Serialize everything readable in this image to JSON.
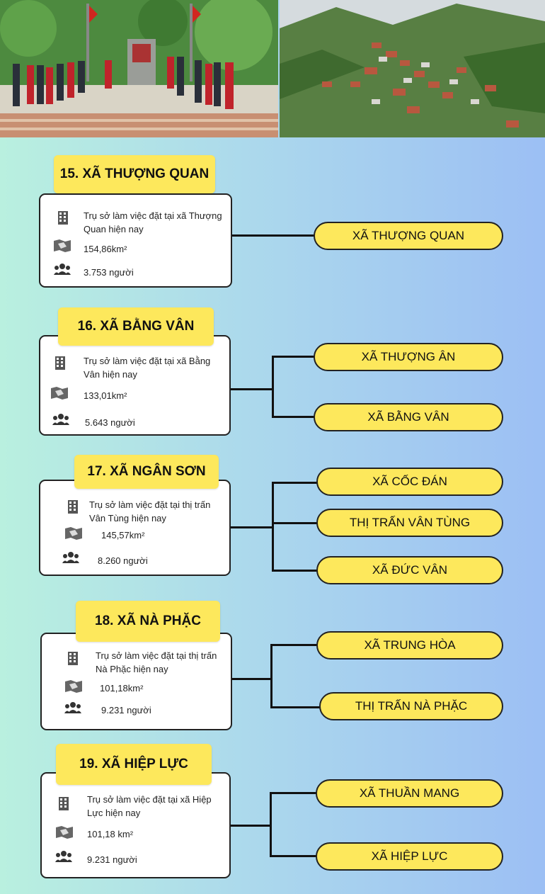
{
  "sections": [
    {
      "title": "15. XÃ THƯỢNG QUAN",
      "office": "Trụ sở làm việc đặt tại xã Thượng Quan hiện nay",
      "area": "154,86km²",
      "population": "3.753 người",
      "communes": [
        "XÃ THƯỢNG QUAN"
      ]
    },
    {
      "title": "16. XÃ BẰNG VÂN",
      "office": "Trụ sở làm việc đặt tại xã Bằng Vân hiện nay",
      "area": "133,01km²",
      "population": "5.643 người",
      "communes": [
        "XÃ THƯỢNG ÂN",
        "XÃ BẰNG VÂN"
      ]
    },
    {
      "title": "17. XÃ NGÂN SƠN",
      "office": "Trụ sở làm việc đặt tại thị trấn Vân Tùng hiện nay",
      "area": "145,57km²",
      "population": "8.260 người",
      "communes": [
        "XÃ CỐC ĐÁN",
        "THỊ TRẤN VÂN TÙNG",
        "XÃ ĐỨC VÂN"
      ]
    },
    {
      "title": "18. XÃ NÀ PHẶC",
      "office": "Trụ sở làm việc đặt tại thị trấn Nà Phặc hiện nay",
      "area": "101,18km²",
      "population": "9.231 người",
      "communes": [
        "XÃ TRUNG HÒA",
        "THỊ TRẤN NÀ PHẶC"
      ]
    },
    {
      "title": "19. XÃ HIỆP LỰC",
      "office": "Trụ sở làm việc đặt tại xã Hiệp Lực hiện nay",
      "area": "101,18 km²",
      "population": "9.231 người",
      "communes": [
        "XÃ THUẦN MANG",
        "XÃ HIỆP LỰC"
      ]
    }
  ],
  "icons": {
    "office": "building-icon",
    "area": "land-map-icon",
    "population": "people-icon"
  },
  "colors": {
    "title_bg": "#fde85c",
    "pill_bg": "#fde85c",
    "card_bg": "#ffffff",
    "line": "#111111"
  }
}
